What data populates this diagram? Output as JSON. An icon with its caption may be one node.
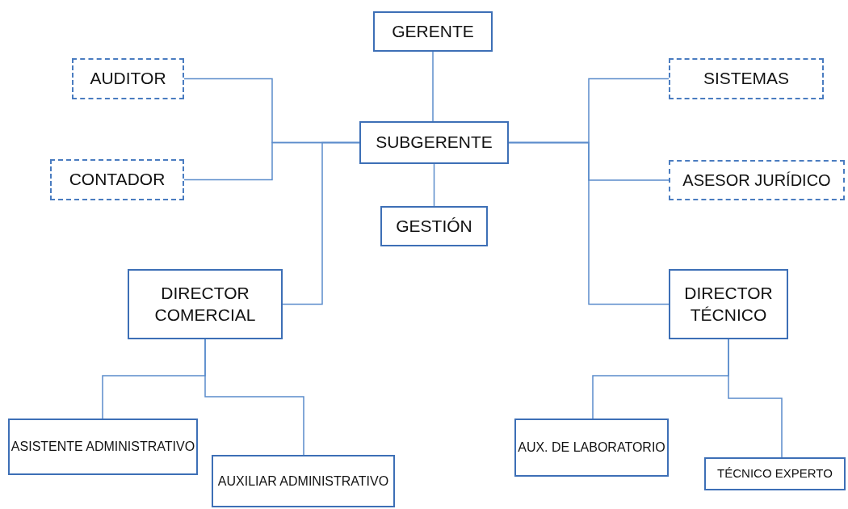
{
  "diagram": {
    "nodes": [
      {
        "text": [
          "GERENTE"
        ]
      },
      {
        "text": [
          "AUDITOR"
        ]
      },
      {
        "text": [
          "SISTEMAS"
        ]
      },
      {
        "text": [
          "SUBGERENTE"
        ]
      },
      {
        "text": [
          "CONTADOR"
        ]
      },
      {
        "text": [
          "ASESOR JURÍDICO"
        ]
      },
      {
        "text": [
          "GESTIÓN"
        ]
      },
      {
        "text": [
          "DIRECTOR COMERCIAL"
        ]
      },
      {
        "text": [
          "DIRECTOR TÉCNICO"
        ]
      },
      {
        "text": [
          "ASISTENTE ADMINISTRATIVO"
        ]
      },
      {
        "text": [
          "AUX. DE LABORATORIO"
        ]
      },
      {
        "text": [
          "AUXILIAR ADMINISTRATIVO"
        ]
      },
      {
        "text": [
          "TÉCNICO EXPERTO"
        ]
      }
    ],
    "edges": [
      {
        "from": 0,
        "to": 3,
        "arrow": "none"
      },
      {
        "from": 3,
        "to": 6,
        "arrow": "none"
      },
      {
        "from": 3,
        "to": 1,
        "arrow": "none"
      },
      {
        "from": 3,
        "to": 4,
        "arrow": "none"
      },
      {
        "from": 3,
        "to": 7,
        "arrow": "none"
      },
      {
        "from": 3,
        "to": 2,
        "arrow": "none"
      },
      {
        "from": 3,
        "to": 5,
        "arrow": "none"
      },
      {
        "from": 3,
        "to": 8,
        "arrow": "none"
      },
      {
        "from": 7,
        "to": 9,
        "arrow": "none"
      },
      {
        "from": 7,
        "to": 11,
        "arrow": "none"
      },
      {
        "from": 8,
        "to": 10,
        "arrow": "none"
      },
      {
        "from": 8,
        "to": 12,
        "arrow": "none"
      }
    ]
  }
}
